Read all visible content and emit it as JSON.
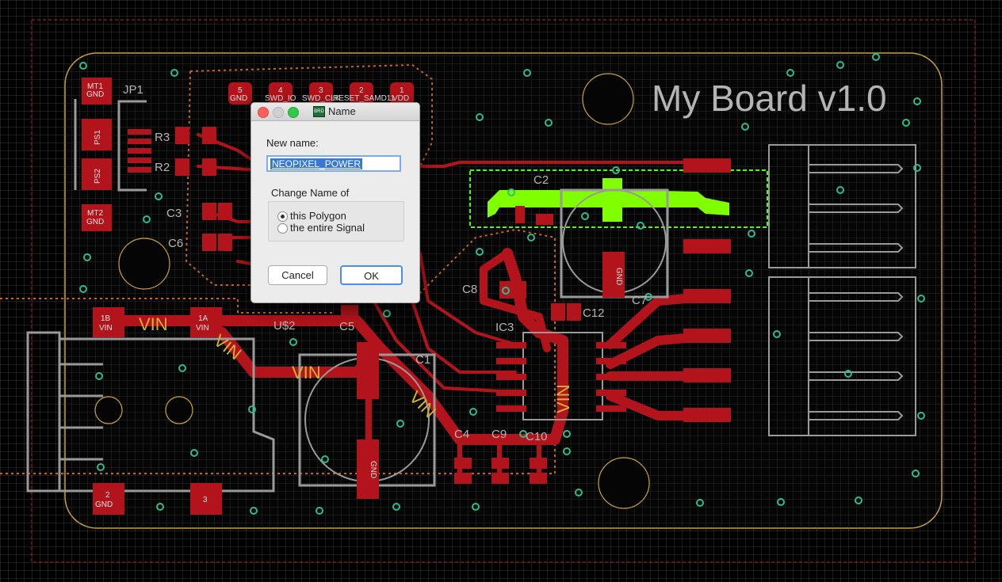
{
  "board": {
    "title": "My Board v1.0",
    "colors": {
      "background": "#000000",
      "pad": "#b3141b",
      "silk": "#9a9a9a",
      "vin_text": "#d2b233",
      "via": "#2dbb8b",
      "highlight": "#7fff00",
      "dimension": "#cc2222"
    },
    "parts": {
      "jp1": "JP1",
      "mt1": "MT1",
      "mt1_pin": "GND",
      "mt2": "MT2",
      "mt2_pin": "GND",
      "ps1": "PS1",
      "ps2": "PS2",
      "r3": "R3",
      "r2": "R2",
      "c3": "C3",
      "c6": "C6",
      "c2": "C2",
      "c8": "C8",
      "c12": "C12",
      "c7": "C7",
      "us2": "U$2",
      "c5": "C5",
      "c1": "C1",
      "ic3": "IC3",
      "c4": "C4",
      "c9": "C9",
      "c10": "C10"
    },
    "header_pads": [
      "GND",
      "SWD_IO",
      "SWD_CLK",
      "RESET_SAMD11",
      "VDD"
    ],
    "header_pad_numbers": [
      "5",
      "4",
      "3",
      "2",
      "1"
    ],
    "jack": {
      "pin_1b": "1B",
      "pin_1b_net": "VIN",
      "pin_1a": "1A",
      "pin_1a_net": "VIN",
      "pin_2": "2",
      "pin_2_net": "GND",
      "pin_3": "3"
    },
    "net_labels": {
      "vin": "VIN"
    },
    "cap_pins": {
      "gnd": "GND"
    }
  },
  "dialog": {
    "title": "Name",
    "icon_label": "BRD",
    "new_name_label": "New name:",
    "new_name_value": "NEOPIXEL_POWER",
    "change_name_of_label": "Change Name of",
    "options": [
      {
        "label": "this Polygon",
        "selected": true
      },
      {
        "label": "the entire Signal",
        "selected": false
      }
    ],
    "cancel_label": "Cancel",
    "ok_label": "OK"
  }
}
